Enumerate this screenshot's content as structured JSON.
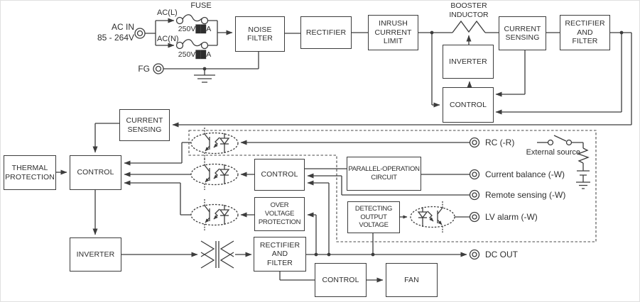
{
  "diagram": {
    "input": {
      "ac_in_label": "AC IN\n85 - 264V",
      "fg_label": "FG",
      "fuse_title": "FUSE",
      "line_label": "AC(L)",
      "neutral_label": "AC(N)",
      "fuse_rating_top": "250V██A",
      "fuse_rating_bottom": "250V██A"
    },
    "blocks": {
      "noise_filter": "NOISE\nFILTER",
      "rectifier": "RECTIFIER",
      "inrush_current_limit": "INRUSH\nCURRENT\nLIMIT",
      "booster_inductor": "BOOSTER\nINDUCTOR",
      "inverter_pfc": "INVERTER",
      "control_pfc": "CONTROL",
      "current_sensing_pfc": "CURRENT\nSENSING",
      "rectifier_filter_pfc": "RECTIFIER\nAND\nFILTER",
      "current_sensing_main": "CURRENT\nSENSING",
      "thermal_protection": "THERMAL\nPROTECTION",
      "control_main": "CONTROL",
      "inverter_main": "INVERTER",
      "control_secondary": "CONTROL",
      "over_voltage_protection": "OVER VOLTAGE\nPROTECTION",
      "parallel_operation": "PARALLEL-OPERATION\nCIRCUIT",
      "detecting_output_voltage": "DETECTING\nOUTPUT VOLTAGE",
      "rectifier_filter_output": "RECTIFIER\nAND\nFILTER",
      "control_fan": "CONTROL",
      "fan": "FAN"
    },
    "terminals": {
      "rc": "RC (-R)",
      "current_balance": "Current balance (-W)",
      "remote_sensing": "Remote sensing (-W)",
      "lv_alarm": "LV alarm (-W)",
      "dc_out": "DC OUT"
    },
    "annotations": {
      "external_source": "External source"
    },
    "colors": {
      "line": "#3c3c3c",
      "background": "#ffffff"
    }
  }
}
